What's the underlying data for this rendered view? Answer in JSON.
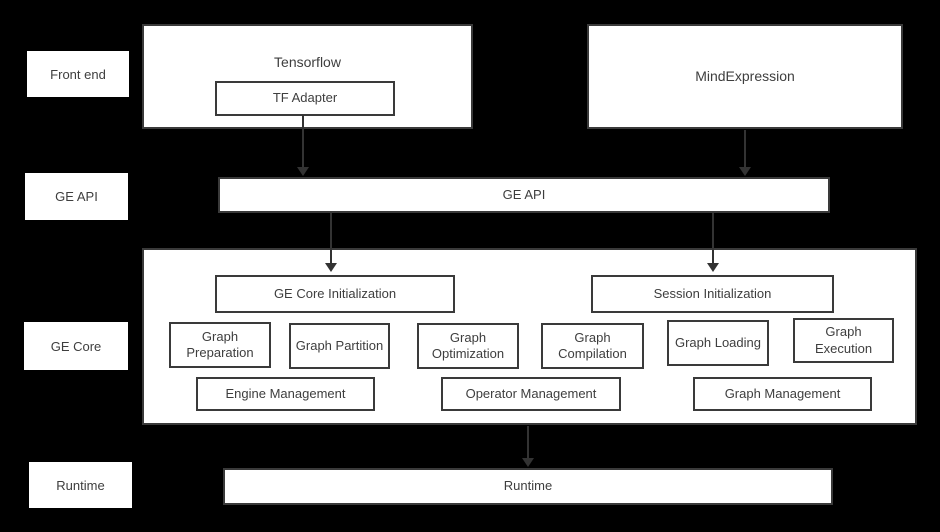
{
  "colors": {
    "background": "#000000",
    "box_fill": "#ffffff",
    "border": "#3a3a3a",
    "text": "#3e3e3e",
    "arrow": "#333333"
  },
  "side_labels": [
    {
      "label": "Front end"
    },
    {
      "label": "GE API"
    },
    {
      "label": "GE Core"
    },
    {
      "label": "Runtime"
    }
  ],
  "front_end": {
    "tensorflow": {
      "title": "Tensorflow",
      "adapter_label": "TF Adapter"
    },
    "mind_expression": {
      "title": "MindExpression"
    }
  },
  "ge_api_bar": {
    "label": "GE API"
  },
  "ge_core": {
    "init_boxes": [
      {
        "label": "GE Core Initialization"
      },
      {
        "label": "Session Initialization"
      }
    ],
    "module_boxes": [
      {
        "label": "Graph Preparation"
      },
      {
        "label": "Graph Partition"
      },
      {
        "label": "Graph Optimization"
      },
      {
        "label": "Graph Compilation"
      },
      {
        "label": "Graph Loading"
      },
      {
        "label": "Graph Execution"
      }
    ],
    "management_boxes": [
      {
        "label": "Engine Management"
      },
      {
        "label": "Operator Management"
      },
      {
        "label": "Graph Management"
      }
    ]
  },
  "runtime_bar": {
    "label": "Runtime"
  }
}
